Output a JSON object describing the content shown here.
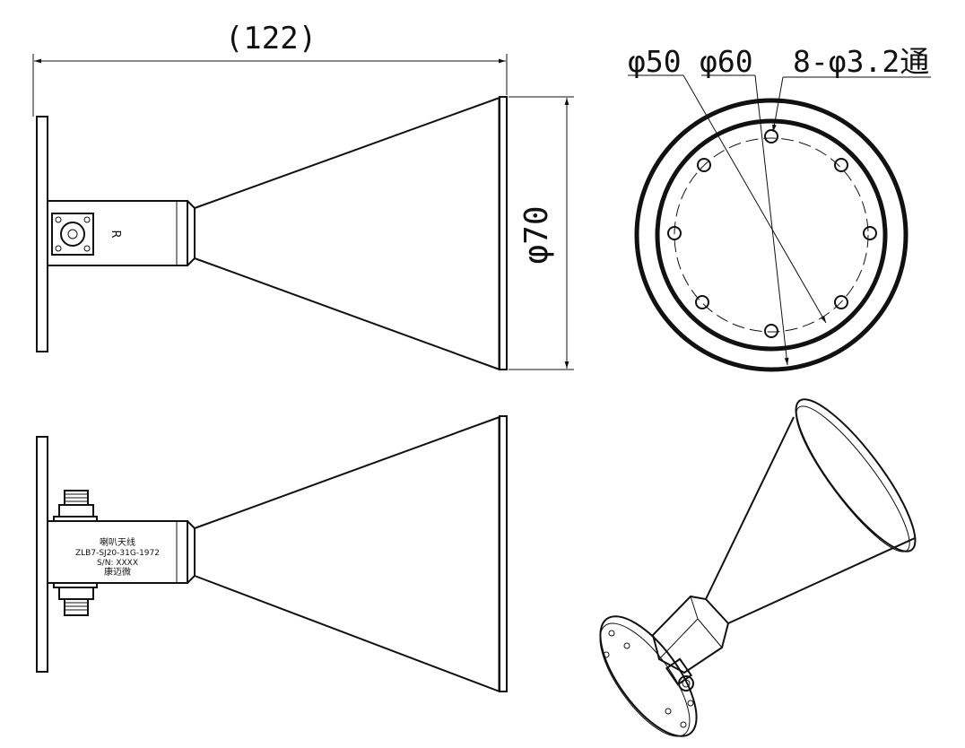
{
  "dimensions": {
    "length": "(122)",
    "aperture_diameter": "φ70",
    "inner_diameter": "φ50",
    "outer_diameter": "φ60",
    "holes": "8-φ3.2通"
  },
  "port_mark": "R",
  "nameplate": {
    "line1": "喇叭天线",
    "line2": "ZLB7-SJ20-31G-1972",
    "line3": "S/N: XXXX",
    "line4": "康迈微"
  }
}
